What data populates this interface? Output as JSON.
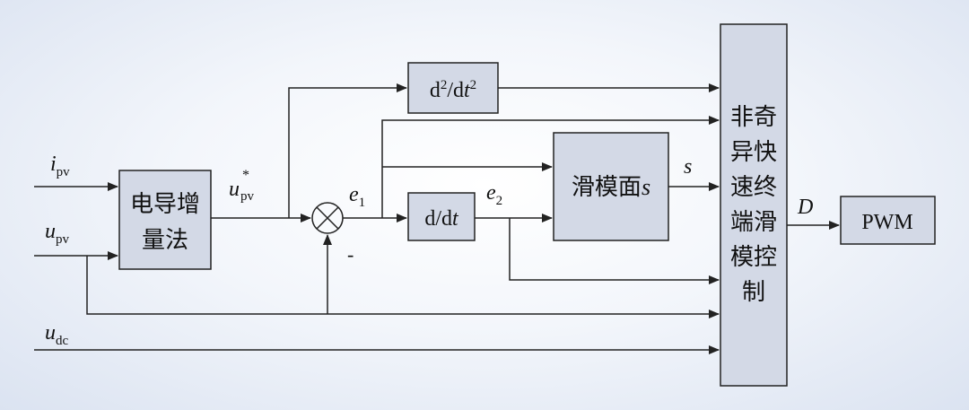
{
  "inputs": {
    "ipv": {
      "main": "i",
      "sub": "pv"
    },
    "upv": {
      "main": "u",
      "sub": "pv"
    },
    "udc": {
      "main": "u",
      "sub": "dc"
    }
  },
  "blocks": {
    "inc_cond_line1": "电导增",
    "inc_cond_line2": "量法",
    "second_derivative": {
      "d1": "d",
      "sup1": "2",
      "slash": "/d",
      "t": "t",
      "sup2": "2"
    },
    "derivative": {
      "d": "d/d",
      "t": "t"
    },
    "sliding_surface": {
      "label": "滑模面",
      "var": "s"
    },
    "controller_lines": [
      "非奇",
      "异快",
      "速终",
      "端滑",
      "模控",
      "制"
    ],
    "pwm": "PWM"
  },
  "signals": {
    "upv_ref": {
      "main": "u",
      "sub": "pv",
      "sup": "*"
    },
    "e1": {
      "main": "e",
      "sub": "1"
    },
    "e2": {
      "main": "e",
      "sub": "2"
    },
    "s": "s",
    "D": "D",
    "minus": "-"
  }
}
